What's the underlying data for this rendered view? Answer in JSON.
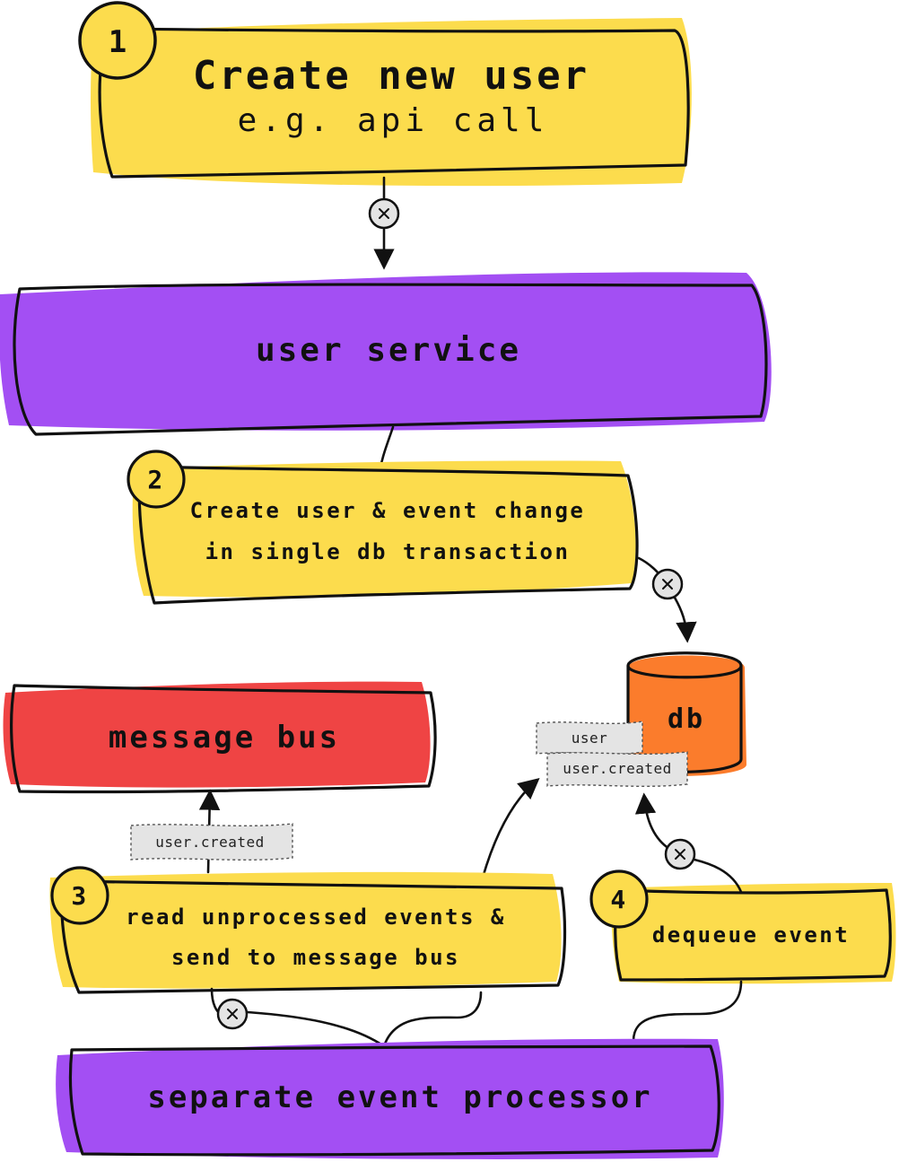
{
  "colors": {
    "yellow": "#fcdc4d",
    "purple": "#a34ff3",
    "red": "#ef4444",
    "orange": "#fb7c2c",
    "tag_fill": "#e4e4e4",
    "stroke": "#111111"
  },
  "steps": {
    "s1": {
      "number": "1",
      "title": "Create new user",
      "subtitle": "e.g. api call"
    },
    "s2": {
      "number": "2",
      "line1": "Create user & event change",
      "line2": "in single db transaction"
    },
    "s3": {
      "number": "3",
      "line1": "read unprocessed events &",
      "line2": "send to message bus"
    },
    "s4": {
      "number": "4",
      "label": "dequeue event"
    }
  },
  "nodes": {
    "user_service": "user service",
    "message_bus": "message bus",
    "db": "db",
    "event_processor": "separate event processor"
  },
  "tags": {
    "db_user": "user",
    "db_user_created": "user.created",
    "bus_user_created": "user.created"
  },
  "icons": {
    "connector": "close-icon"
  }
}
